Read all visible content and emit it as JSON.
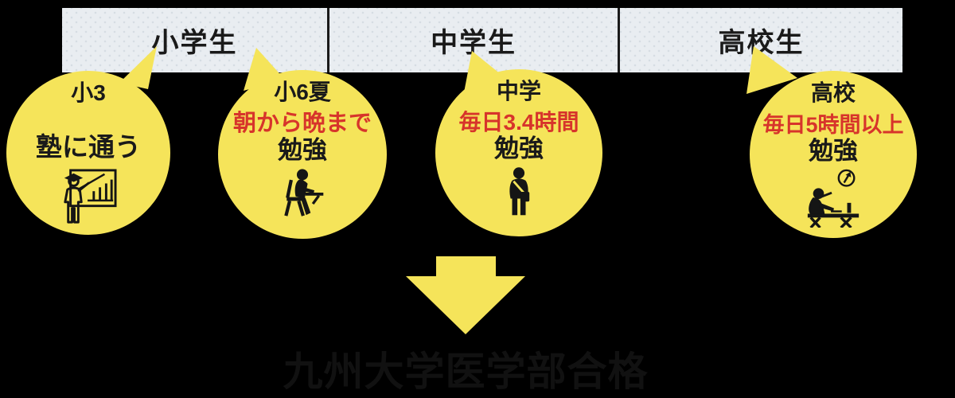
{
  "header": {
    "sections": [
      {
        "label": "小学生"
      },
      {
        "label": "中学生"
      },
      {
        "label": "高校生"
      }
    ]
  },
  "bubbles": [
    {
      "stage": "小3",
      "detail": "塾に通う",
      "icon": "teacher-blackboard-icon"
    },
    {
      "stage": "小6夏",
      "highlight": "朝から晩まで",
      "detail": "勉強",
      "icon": "chair-desk-study-icon"
    },
    {
      "stage": "中学",
      "highlight": "毎日3.4時間",
      "detail": "勉強",
      "icon": "student-with-bag-icon"
    },
    {
      "stage": "高校",
      "highlight": "毎日5時間以上",
      "detail": "勉強",
      "icon": "late-night-desk-study-icon"
    }
  ],
  "footer": {
    "text": "九州大学医学部合格"
  },
  "colors": {
    "background": "#000000",
    "header_bg": "#E9EDF1",
    "header_divider": "#1A1A1A",
    "bubble_yellow": "#F5E45A",
    "highlight_red": "#D7342B",
    "text_black": "#1A1A1A",
    "footer_text": "#111111"
  }
}
